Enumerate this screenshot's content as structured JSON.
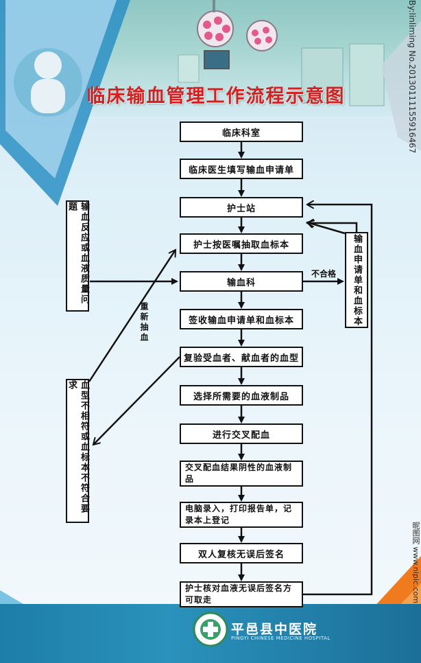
{
  "title": "临床输血管理工作流程示意图",
  "watermark_right": "By:linliming No.20130111155916467",
  "watermark_bottom": "昵图网 www.nipic.com",
  "hospital": {
    "name": "平邑县中医院",
    "name_en": "PINGYI CHINESE MEDICINE HOSPITAL"
  },
  "flow": {
    "steps": [
      "临床科室",
      "临床医生填写输血申请单",
      "护士站",
      "护士按医嘱抽取血标本",
      "输血科",
      "签收输血申请单和血标本",
      "复验受血者、献血者的血型",
      "选择所需要的血液制品",
      "进行交叉配血",
      "交叉配血结果阴性的血液制品",
      "电脑录入，打印报告单，记录本上登记",
      "双人复核无误后签名",
      "护士核对血液无误后签名方可取走"
    ],
    "side_left_top": "输血反应或血液质量问题",
    "side_left_bottom": "血型不相符或血标本不符合要求",
    "side_right": "输血申请单和血标本",
    "label_fail": "不合格",
    "label_redraw": "重新抽血"
  },
  "colors": {
    "title": "#d42020",
    "band": "#1d7ea8",
    "accent_orange": "#f07a1e"
  }
}
